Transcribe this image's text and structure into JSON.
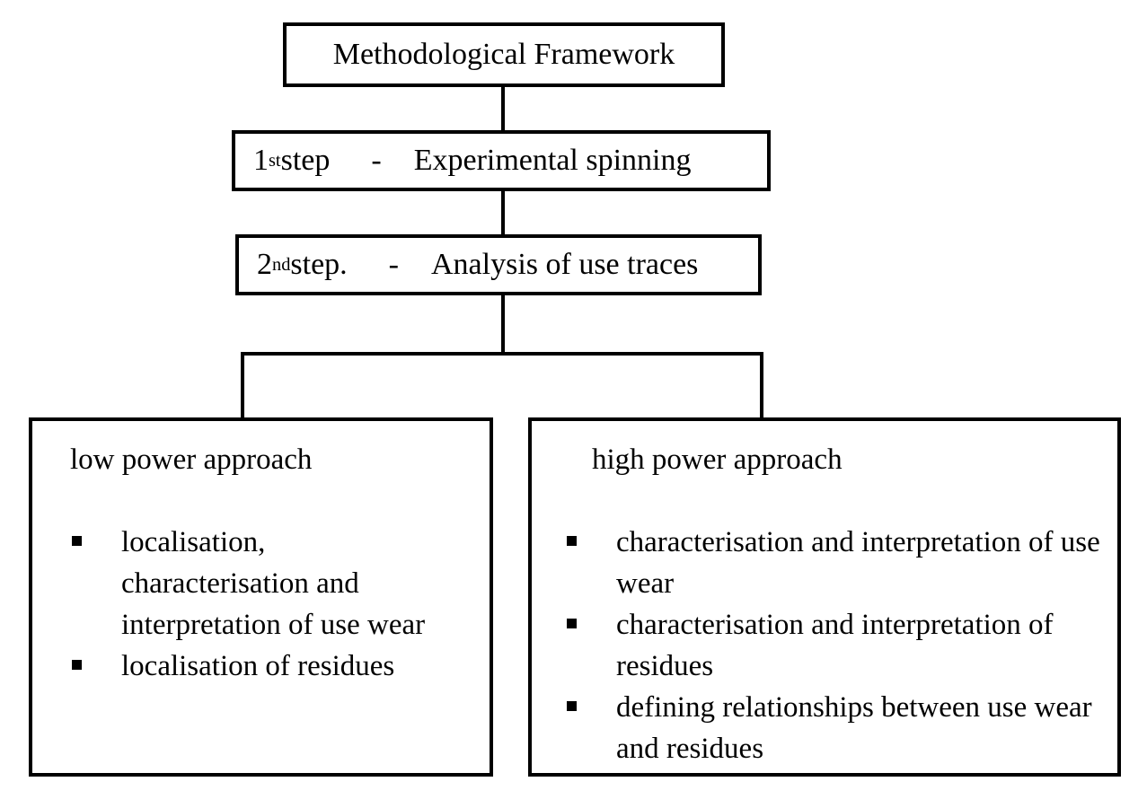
{
  "colors": {
    "ink": "#000000",
    "background": "#ffffff"
  },
  "diagram": {
    "title_box": {
      "label": "Methodological Framework"
    },
    "step1_box": {
      "number": "1",
      "ordinal": "st",
      "step_word": " step",
      "separator": "-",
      "label": "Experimental spinning"
    },
    "step2_box": {
      "number": "2",
      "ordinal": "nd",
      "step_word": " step.",
      "separator": "-",
      "label": "Analysis of use traces"
    },
    "left_box": {
      "title": "low power approach",
      "items": [
        "localisation, characterisation and interpretation of use wear",
        "localisation of residues"
      ]
    },
    "right_box": {
      "title": "high power approach",
      "items": [
        "characterisation and interpretation of  use wear",
        "characterisation and interpretation of residues",
        "defining relationships between use wear and residues"
      ]
    }
  }
}
